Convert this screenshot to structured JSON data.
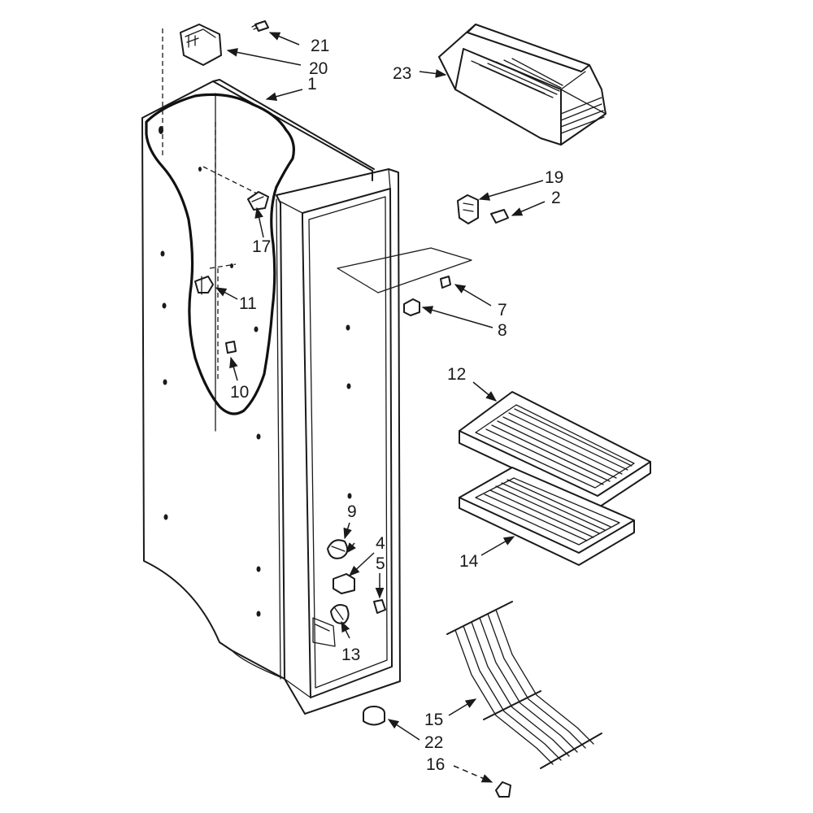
{
  "callouts": {
    "c1": "1",
    "c2": "2",
    "c4": "4",
    "c5": "5",
    "c7": "7",
    "c8": "8",
    "c9": "9",
    "c10": "10",
    "c11": "11",
    "c12": "12",
    "c13": "13",
    "c14": "14",
    "c15": "15",
    "c16": "16",
    "c17": "17",
    "c19": "19",
    "c20": "20",
    "c21": "21",
    "c22": "22",
    "c23": "23"
  },
  "colors": {
    "line": "#1a1a1a",
    "background": "#ffffff"
  }
}
